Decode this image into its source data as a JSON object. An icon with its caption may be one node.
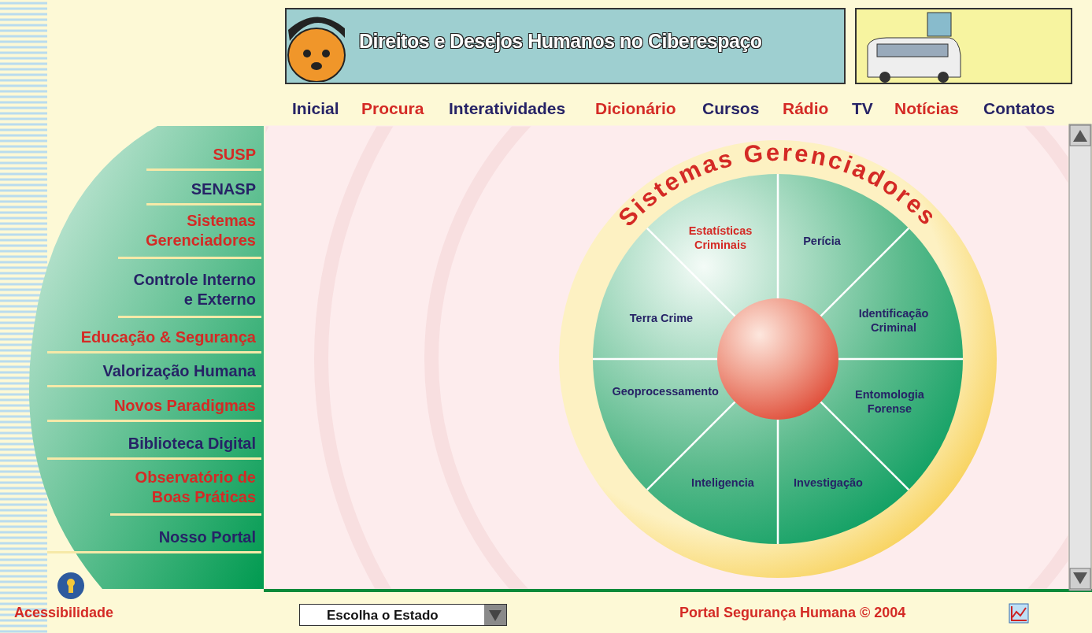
{
  "diagram": {
    "title": "Direitos e Desejos Humanos no Ciberespaço",
    "nodes": [
      {
        "text": [
          "Sistemas Gerenciadores"
        ]
      },
      {
        "text": [
          "Estatísticas Criminais"
        ],
        "in": 0
      },
      {
        "text": [
          "Perícia"
        ],
        "in": 0
      },
      {
        "text": [
          "Terra Crime"
        ],
        "in": 0
      },
      {
        "text": [
          "Identificação Criminal"
        ],
        "in": 0
      },
      {
        "text": [
          "Geoprocessamento"
        ],
        "in": 0
      },
      {
        "text": [
          "Entomologia Forense"
        ],
        "in": 0
      },
      {
        "text": [
          "Inteligencia"
        ],
        "in": 0
      },
      {
        "text": [
          "Investigação"
        ],
        "in": 0
      }
    ],
    "edges": [],
    "labels": [
      "Inicial",
      "Procura",
      "Interatividades",
      "Dicionário",
      "Cursos",
      "Rádio",
      "TV",
      "Notícias",
      "Contatos",
      "SUSP",
      "SENASP",
      "Sistemas Gerenciadores",
      "Controle Interno e Externo",
      "Educação & Segurança",
      "Valorização Humana",
      "Novos Paradigmas",
      "Biblioteca Digital",
      "Observatório de Boas Práticas",
      "Nosso Portal",
      "Acessibilidade",
      "Escolha o Estado",
      "Portal Segurança Humana © 2004"
    ]
  }
}
